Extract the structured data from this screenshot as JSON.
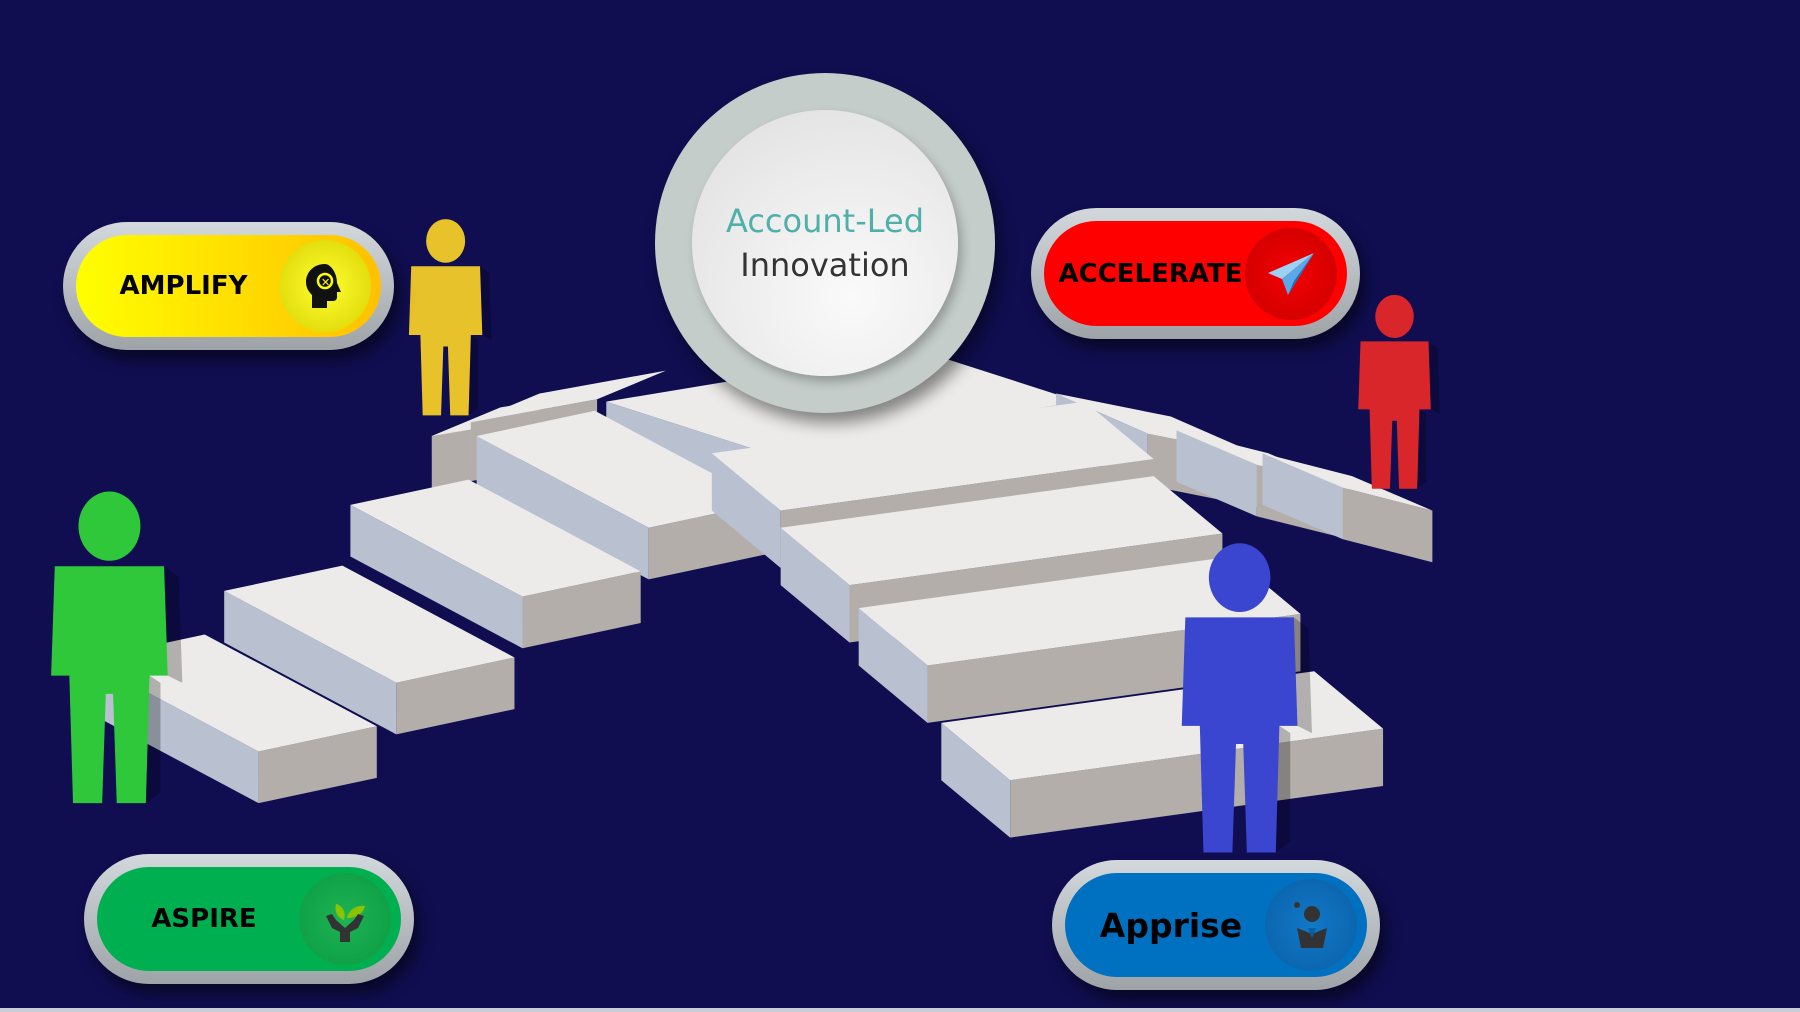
{
  "center": {
    "line1": "Account-Led",
    "line2": "Innovation"
  },
  "stages": [
    {
      "label": "AMPLIFY",
      "icon": "head-idea-icon",
      "color": "#ffee00"
    },
    {
      "label": "ACCELERATE",
      "icon": "paper-plane-icon",
      "color": "#ff0000"
    },
    {
      "label": "ASPIRE",
      "icon": "hands-plant-icon",
      "color": "#00b050"
    },
    {
      "label": "Apprise",
      "icon": "businessman-idea-icon",
      "color": "#0070c0"
    }
  ],
  "colors": {
    "background": "#100e50",
    "figure_yellow": "#e8c22a",
    "figure_red": "#d9262b",
    "figure_green": "#2ec83a",
    "figure_blue": "#3a46d0"
  }
}
